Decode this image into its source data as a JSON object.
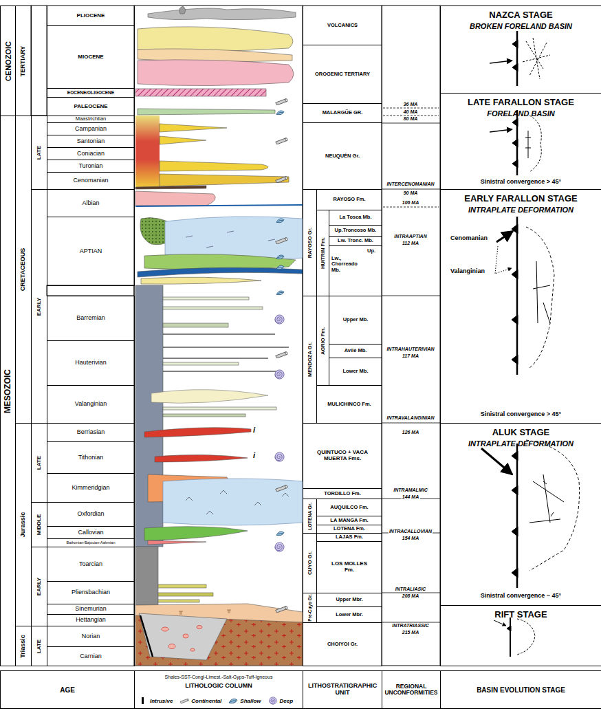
{
  "diagram": {
    "nodes": [
      {
        "text": [
          "CENOZOIC"
        ]
      },
      {
        "text": [
          "TERTIARY"
        ]
      },
      {
        "text": [
          "MESOZOIC"
        ]
      },
      {
        "text": [
          "CRETACEOUS"
        ]
      },
      {
        "text": [
          "Jurassic"
        ]
      },
      {
        "text": [
          "Triassic"
        ]
      },
      {
        "text": [
          "LATE"
        ]
      },
      {
        "text": [
          "EARLY"
        ]
      },
      {
        "text": [
          "LATE"
        ]
      },
      {
        "text": [
          "MIDDLE"
        ]
      },
      {
        "text": [
          "EARLY"
        ]
      },
      {
        "text": [
          "LATE"
        ]
      },
      {
        "text": [
          "PLIOCENE"
        ]
      },
      {
        "text": [
          "MIOCENE"
        ]
      },
      {
        "text": [
          "EOCENE/OLIGOCENE"
        ]
      },
      {
        "text": [
          "PALEOCENE"
        ]
      },
      {
        "text": [
          "Maastrichtian"
        ]
      },
      {
        "text": [
          "Campanian"
        ]
      },
      {
        "text": [
          "Santonian"
        ]
      },
      {
        "text": [
          "Coniacian"
        ]
      },
      {
        "text": [
          "Turonian"
        ]
      },
      {
        "text": [
          "Cenomanian"
        ]
      },
      {
        "text": [
          "Albian"
        ]
      },
      {
        "text": [
          "APTIAN"
        ]
      },
      {
        "text": [
          "Barremian"
        ]
      },
      {
        "text": [
          "Hauterivian"
        ]
      },
      {
        "text": [
          "Valanginian"
        ]
      },
      {
        "text": [
          "Berriasian"
        ]
      },
      {
        "text": [
          "Tithonian"
        ]
      },
      {
        "text": [
          "Kimmeridgian"
        ]
      },
      {
        "text": [
          "Oxfordian"
        ]
      },
      {
        "text": [
          "Callovian"
        ]
      },
      {
        "text": [
          "Bathonian-Bajocian-Aalenian"
        ]
      },
      {
        "text": [
          "Toarcian"
        ]
      },
      {
        "text": [
          "Pliensbachian"
        ]
      },
      {
        "text": [
          "Sinemurian"
        ]
      },
      {
        "text": [
          "Hettangian"
        ]
      },
      {
        "text": [
          "Norian"
        ]
      },
      {
        "text": [
          "Carnian"
        ]
      },
      {
        "text": [
          "VOLCANICS"
        ]
      },
      {
        "text": [
          "OROGENIC TERTIARY"
        ]
      },
      {
        "text": [
          "MALARGÜE GR."
        ]
      },
      {
        "text": [
          "NEUQUÉN Gr."
        ]
      },
      {
        "text": [
          "RAYOSO Gr."
        ]
      },
      {
        "text": [
          "RAYOSO Fm."
        ]
      },
      {
        "text": [
          "HUITRIN Fm."
        ]
      },
      {
        "text": [
          "La Tosca Mb."
        ]
      },
      {
        "text": [
          "Up.Troncoso Mb."
        ]
      },
      {
        "text": [
          "Lw. Tronc. Mb."
        ]
      },
      {
        "text": [
          "Up.",
          "Lw., Chorreado Mb."
        ]
      },
      {
        "text": [
          "MENDOZA Gr."
        ]
      },
      {
        "text": [
          "AGRIO Fm."
        ]
      },
      {
        "text": [
          "Upper Mb."
        ]
      },
      {
        "text": [
          "Avilé Mb."
        ]
      },
      {
        "text": [
          "Lower Mb."
        ]
      },
      {
        "text": [
          "MULICHINCO Fm."
        ]
      },
      {
        "text": [
          "QUINTUCO + VACA MUERTA Fms."
        ]
      },
      {
        "text": [
          "TORDILLO Fm."
        ]
      },
      {
        "text": [
          "LOTENA Gr."
        ]
      },
      {
        "text": [
          "AUQUILCO Fm."
        ]
      },
      {
        "text": [
          "LA MANGA Fm."
        ]
      },
      {
        "text": [
          "LOTENA Fm."
        ]
      },
      {
        "text": [
          "CUYO Gr."
        ]
      },
      {
        "text": [
          "LAJAS Fm."
        ]
      },
      {
        "text": [
          "LOS MOLLES Fm."
        ]
      },
      {
        "text": [
          "Pre-Cuyo Gr."
        ]
      },
      {
        "text": [
          "Upper Mbr."
        ]
      },
      {
        "text": [
          "Lower Mbr."
        ]
      },
      {
        "text": [
          "CHOIYOI Gr."
        ]
      },
      {
        "text": [
          "NAZCA STAGE",
          "BROKEN FORELAND BASIN"
        ]
      },
      {
        "text": [
          "LATE FARALLON STAGE",
          "FORELAND BASIN",
          "Sinistral convergence > 45°"
        ]
      },
      {
        "text": [
          "EARLY FARALLON STAGE",
          "INTRAPLATE DEFORMATION",
          "Cenomanian",
          "Valanginian",
          "Sinistral convergence > 45°"
        ]
      },
      {
        "text": [
          "ALUK STAGE",
          "INTRAPLATE DEFORMATION",
          "Sinistral convergence ~ 45°"
        ]
      },
      {
        "text": [
          "RIFT STAGE"
        ]
      },
      {
        "text": [
          "AGE"
        ]
      },
      {
        "text": [
          "Shales-SST-Congl-Limest.-Salt-Gyps-Tuff-Igneous",
          "LITHOLOGIC COLUMN"
        ]
      },
      {
        "text": [
          "LITHOSTRATIGRAPHIC UNIT"
        ]
      },
      {
        "text": [
          "REGIONAL UNCONFORMITIES"
        ]
      },
      {
        "text": [
          "BASIN EVOLUTION STAGE"
        ]
      }
    ],
    "labels": [
      "36 MA",
      "40 MA",
      "80 MA",
      "INTERCENOMANIAN",
      "90 MA",
      "106 MA",
      "INTRAAPTIAN",
      "112 MA",
      "INTRAHAUTERIVIAN",
      "117 MA",
      "INTRAVALANGINIAN",
      "126 MA",
      "INTRAMALMIC",
      "144 MA",
      "INTRACALLOVIAN",
      "154 MA",
      "INTRALIASIC",
      "208 MA",
      "INTRATRIASSIC",
      "215 MA",
      "i",
      "i"
    ],
    "legend": [
      {
        "text": "Intrusive"
      },
      {
        "text": "Continental"
      },
      {
        "text": "Shallow"
      },
      {
        "text": "Deep"
      }
    ]
  }
}
